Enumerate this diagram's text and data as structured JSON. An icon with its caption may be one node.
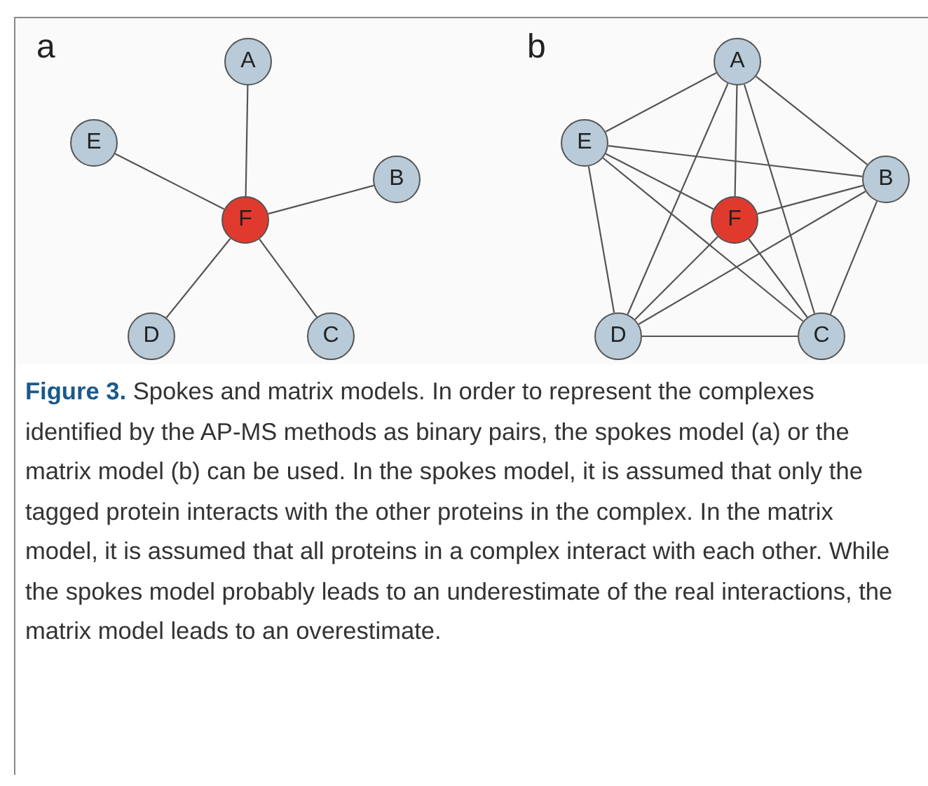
{
  "diagram": {
    "caption": "**Figure 3.** Spokes and matrix models. In order to represent the complexes identified by the AP-MS methods as binary pairs, the spokes model (a) or the matrix model (b) can be used. In the spokes model, it is assumed that only the tagged protein interacts with the other proteins in the complex. In the matrix model, it is assumed that all proteins in a complex interact with each other. While the spokes model probably leads to an underestimate of the real interactions, the matrix model leads to an overestimate.",
    "nodes": [
      {
        "text": [
          "A"
        ]
      },
      {
        "text": [
          "E"
        ]
      },
      {
        "text": [
          "B"
        ]
      },
      {
        "text": [
          "F"
        ]
      },
      {
        "text": [
          "D"
        ]
      },
      {
        "text": [
          "C"
        ]
      },
      {
        "text": [
          "A"
        ]
      },
      {
        "text": [
          "E"
        ]
      },
      {
        "text": [
          "B"
        ]
      },
      {
        "text": [
          "F"
        ]
      },
      {
        "text": [
          "D"
        ]
      },
      {
        "text": [
          "C"
        ]
      }
    ],
    "edges": [
      {
        "from": 3,
        "to": 0,
        "arrow": "none"
      },
      {
        "from": 3,
        "to": 1,
        "arrow": "none"
      },
      {
        "from": 3,
        "to": 2,
        "arrow": "none"
      },
      {
        "from": 3,
        "to": 4,
        "arrow": "none"
      },
      {
        "from": 3,
        "to": 5,
        "arrow": "none"
      },
      {
        "from": 6,
        "to": 7,
        "arrow": "none"
      },
      {
        "from": 6,
        "to": 8,
        "arrow": "none"
      },
      {
        "from": 6,
        "to": 9,
        "arrow": "none"
      },
      {
        "from": 6,
        "to": 10,
        "arrow": "none"
      },
      {
        "from": 6,
        "to": 11,
        "arrow": "none"
      },
      {
        "from": 7,
        "to": 8,
        "arrow": "none"
      },
      {
        "from": 7,
        "to": 9,
        "arrow": "none"
      },
      {
        "from": 7,
        "to": 10,
        "arrow": "none"
      },
      {
        "from": 7,
        "to": 11,
        "arrow": "none"
      },
      {
        "from": 8,
        "to": 9,
        "arrow": "none"
      },
      {
        "from": 8,
        "to": 10,
        "arrow": "none"
      },
      {
        "from": 8,
        "to": 11,
        "arrow": "none"
      },
      {
        "from": 9,
        "to": 10,
        "arrow": "none"
      },
      {
        "from": 9,
        "to": 11,
        "arrow": "none"
      },
      {
        "from": 10,
        "to": 11,
        "arrow": "none"
      }
    ],
    "labels": [
      "a",
      "b"
    ]
  }
}
